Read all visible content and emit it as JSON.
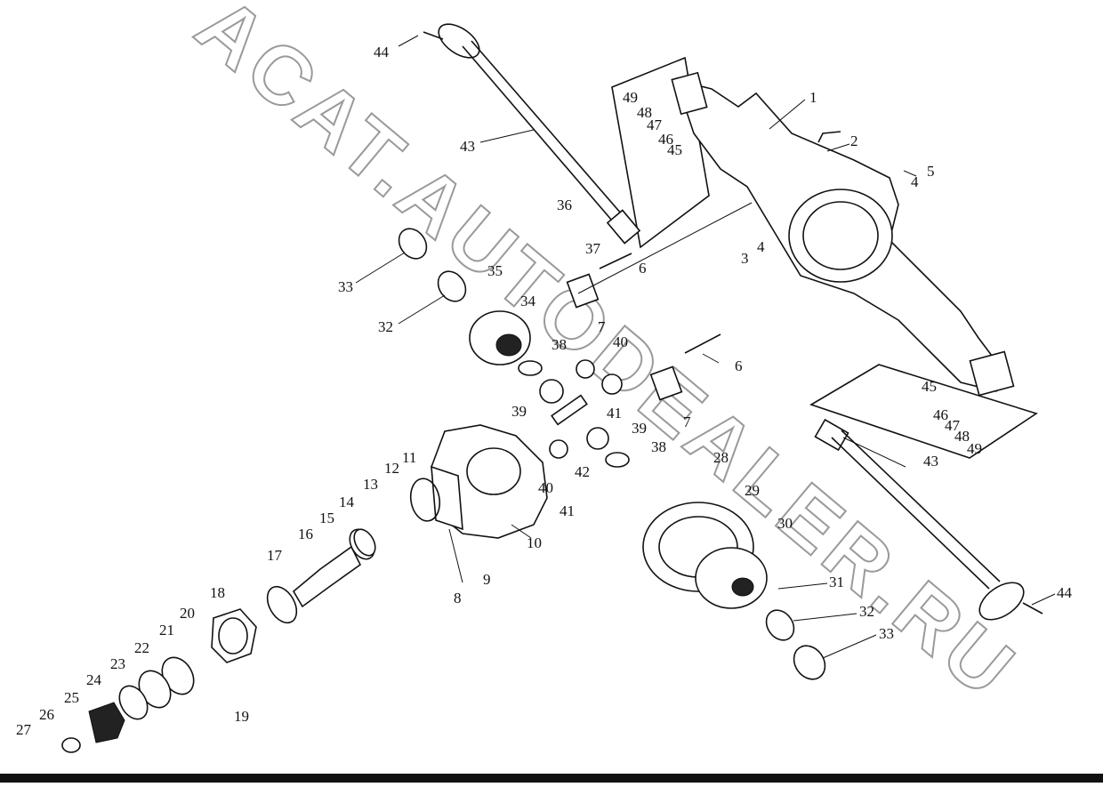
{
  "watermark": "ACAT.AUTODEALER.RU",
  "callouts": [
    "1",
    "2",
    "3",
    "4",
    "4",
    "5",
    "6",
    "6",
    "7",
    "7",
    "8",
    "9",
    "10",
    "11",
    "12",
    "13",
    "14",
    "15",
    "16",
    "17",
    "18",
    "19",
    "20",
    "21",
    "22",
    "23",
    "24",
    "25",
    "26",
    "27",
    "28",
    "29",
    "30",
    "31",
    "32",
    "32",
    "33",
    "33",
    "34",
    "35",
    "36",
    "37",
    "38",
    "38",
    "39",
    "39",
    "40",
    "40",
    "41",
    "41",
    "42",
    "43",
    "43",
    "44",
    "44",
    "45",
    "45",
    "46",
    "46",
    "47",
    "47",
    "48",
    "48",
    "49",
    "49"
  ]
}
